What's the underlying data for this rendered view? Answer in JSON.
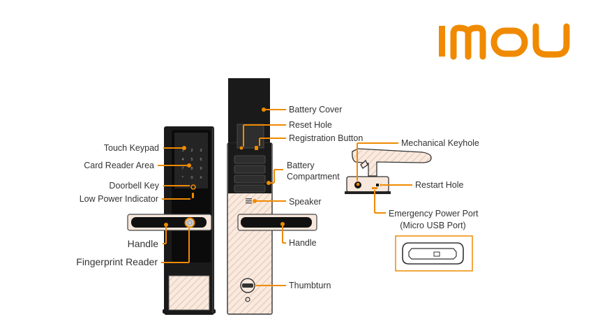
{
  "brand": {
    "logo_text": "imou",
    "color": "#F08A00"
  },
  "colors": {
    "accent": "#F08A00",
    "body_dark": "#1A1A1A",
    "panel_light": "#F7E7DC",
    "hatch": "#E9C9B3",
    "text": "#333333"
  },
  "labels": {
    "touch_keypad": "Touch Keypad",
    "card_reader_area": "Card Reader Area",
    "doorbell_key": "Doorbell Key",
    "low_power_indicator": "Low Power Indicator",
    "handle_front": "Handle",
    "fingerprint_reader": "Fingerprint Reader",
    "battery_cover": "Battery Cover",
    "reset_hole": "Reset Hole",
    "registration_button": "Registration Button",
    "battery_compartment_line1": "Battery",
    "battery_compartment_line2": "Compartment",
    "speaker": "Speaker",
    "handle_back": "Handle",
    "thumbturn": "Thumbturn",
    "mechanical_keyhole": "Mechanical Keyhole",
    "restart_hole": "Restart Hole",
    "emergency_power_port_line1": "Emergency Power Port",
    "emergency_power_port_line2": "(Micro USB Port)"
  },
  "keypad_keys": [
    "1",
    "2",
    "3",
    "4",
    "5",
    "6",
    "7",
    "8",
    "9",
    "*",
    "0",
    "#"
  ]
}
